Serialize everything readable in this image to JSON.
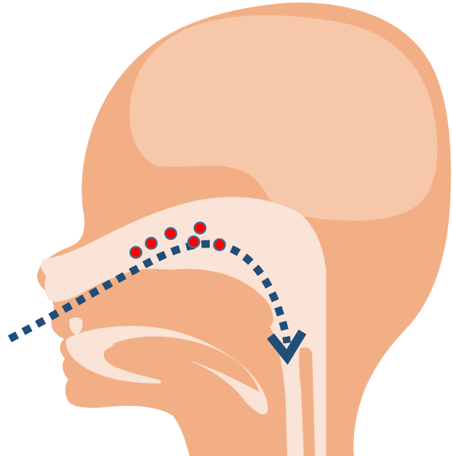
{
  "diagram": {
    "subject": "head-side-profile",
    "colors": {
      "head": "#F2AF85",
      "brain": "#F6C7A8",
      "airway": "#FAE3D7",
      "path": "#1F4E79",
      "particle_fill": "#FF0000",
      "particle_stroke": "#4A6A8A",
      "background": "#FFFFFF"
    },
    "particles": [
      {
        "id": "p1"
      },
      {
        "id": "p2"
      },
      {
        "id": "p3"
      },
      {
        "id": "p4"
      },
      {
        "id": "p5"
      },
      {
        "id": "p6"
      }
    ],
    "airflow": {
      "style": "dotted",
      "direction": "nose-to-throat",
      "arrowhead": "chevron-down"
    }
  }
}
